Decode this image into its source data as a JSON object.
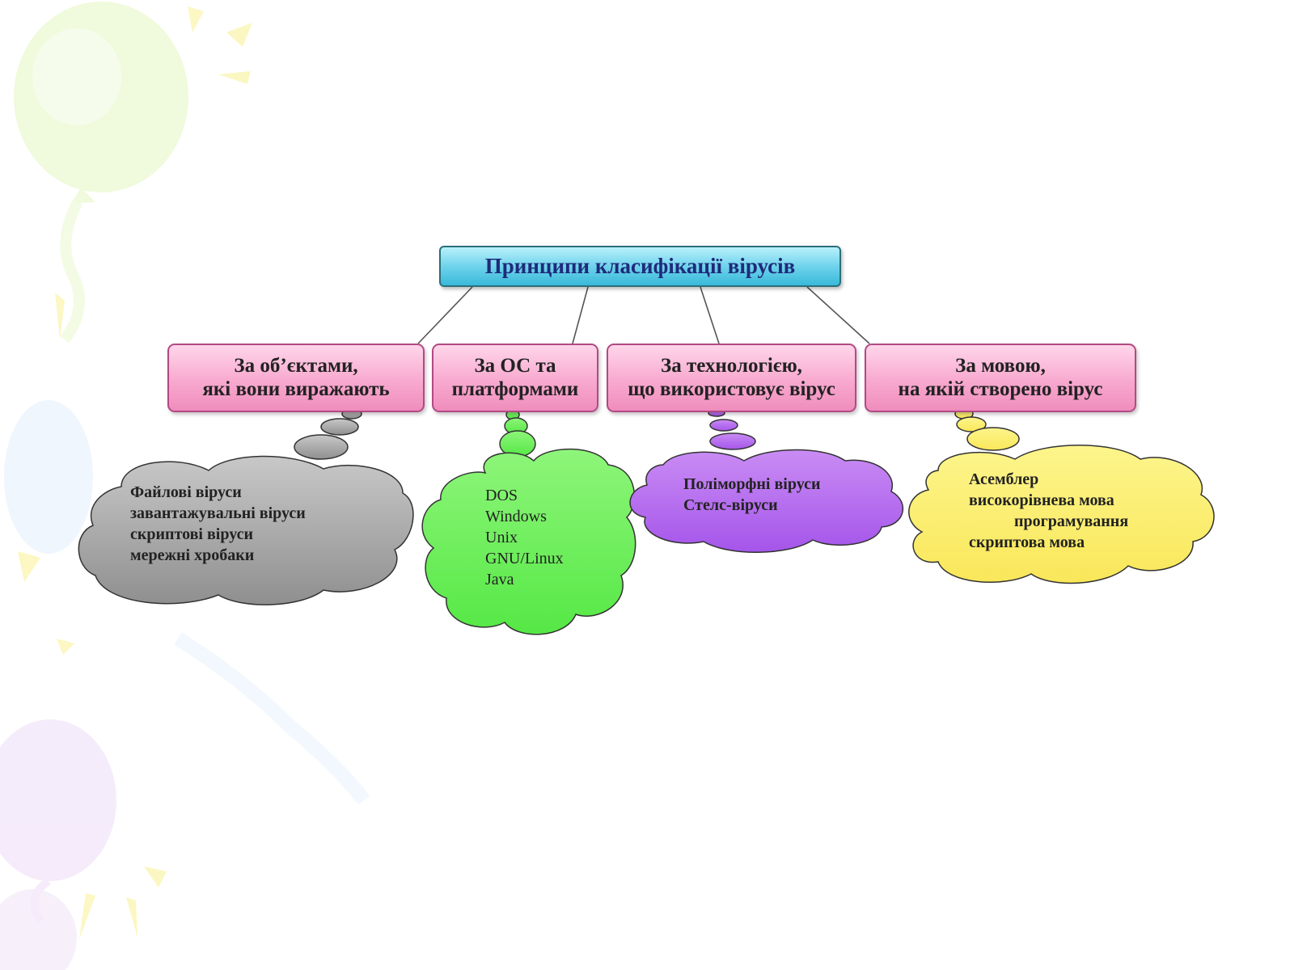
{
  "root": {
    "label": "Принципи класифікації вірусів"
  },
  "categories": [
    {
      "lines": [
        "За об’єктами,",
        "які вони виражають"
      ],
      "color": "#f7a8ce",
      "cloud_color": "#a9a9a9",
      "items": [
        "Файлові віруси",
        "завантажувальні віруси",
        "скриптові віруси",
        "мережні хробаки"
      ]
    },
    {
      "lines": [
        "За ОС та",
        "платформами"
      ],
      "color": "#f7a8ce",
      "cloud_color": "#66ee55",
      "items": [
        "DOS",
        "Windows",
        "Unix",
        "GNU/Linux",
        "Java"
      ]
    },
    {
      "lines": [
        "За технологією,",
        "що використовує вірус"
      ],
      "color": "#f7a8ce",
      "cloud_color": "#b266f0",
      "items": [
        "Поліморфні віруси",
        "Стелс-віруси"
      ]
    },
    {
      "lines": [
        "За мовою,",
        "на якій створено вірус"
      ],
      "color": "#f7a8ce",
      "cloud_color": "#fbef6a",
      "items": [
        "Асемблер",
        "високорівнева мова",
        "програмування",
        "скриптова мова"
      ]
    }
  ]
}
